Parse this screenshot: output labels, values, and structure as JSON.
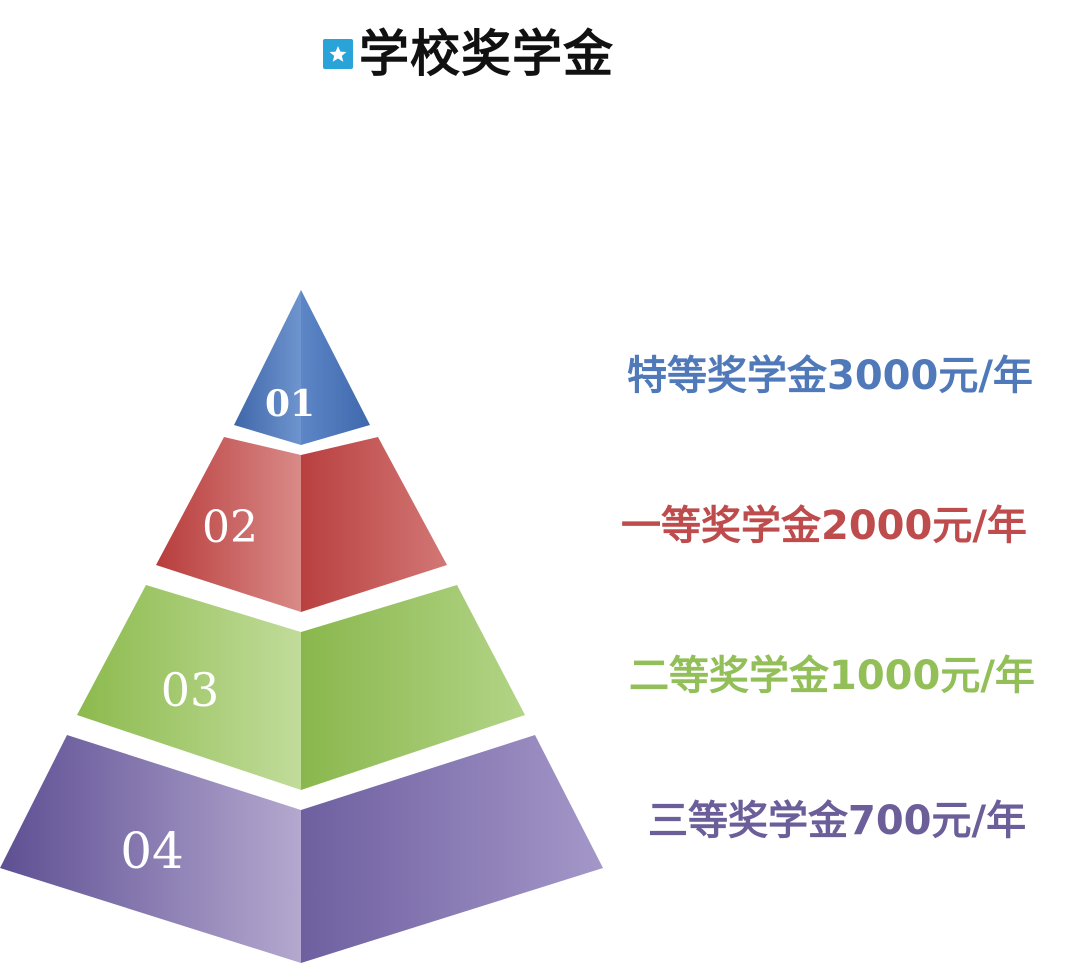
{
  "header": {
    "title": "学校奖学金",
    "icon": "star-icon",
    "badge_color": "#2aa3d8"
  },
  "tiers": [
    {
      "number": "01",
      "label": "特等奖学金3000元/年",
      "color": "#4f79b9"
    },
    {
      "number": "02",
      "label": "一等奖学金2000元/年",
      "color": "#be4c4c"
    },
    {
      "number": "03",
      "label": "二等奖学金1000元/年",
      "color": "#93bf59"
    },
    {
      "number": "04",
      "label": "三等奖学金700元/年",
      "color": "#6b5e99"
    }
  ]
}
